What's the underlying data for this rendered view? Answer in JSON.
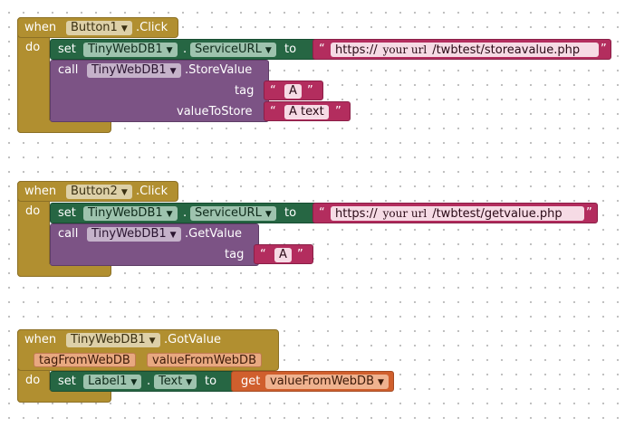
{
  "blocks": {
    "b1": {
      "when": "when",
      "component": "Button1",
      "event": ".Click",
      "do": "do",
      "set": {
        "set": "set",
        "component": "TinyWebDB1",
        "dot": ".",
        "property": "ServiceURL",
        "to": "to",
        "url_prefix": "https://",
        "url_hand": "your  url",
        "url_suffix": "/twbtest/storeavalue.php"
      },
      "call": {
        "call": "call",
        "component": "TinyWebDB1",
        "method": ".StoreValue",
        "tag_label": "tag",
        "tag_value": "A",
        "value_label": "valueToStore",
        "value_value": "A text"
      }
    },
    "b2": {
      "when": "when",
      "component": "Button2",
      "event": ".Click",
      "do": "do",
      "set": {
        "set": "set",
        "component": "TinyWebDB1",
        "dot": ".",
        "property": "ServiceURL",
        "to": "to",
        "url_prefix": "https://",
        "url_hand": "your  url",
        "url_suffix": "/twbtest/getvalue.php"
      },
      "call": {
        "call": "call",
        "component": "TinyWebDB1",
        "method": ".GetValue",
        "tag_label": "tag",
        "tag_value": "A"
      }
    },
    "b3": {
      "when": "when",
      "component": "TinyWebDB1",
      "event": ".GotValue",
      "param1": "tagFromWebDB",
      "param2": "valueFromWebDB",
      "do": "do",
      "set": {
        "set": "set",
        "component": "Label1",
        "dot": ".",
        "property": "Text",
        "to": "to",
        "get": "get",
        "variable": "valueFromWebDB"
      }
    }
  },
  "quote_open": "“",
  "quote_close": "”",
  "dropdown_arrow": "▼",
  "colors": {
    "event": "#b18f30",
    "setter": "#266643",
    "call": "#7c5385",
    "text": "#b32d5e",
    "get": "#d05f2d"
  }
}
